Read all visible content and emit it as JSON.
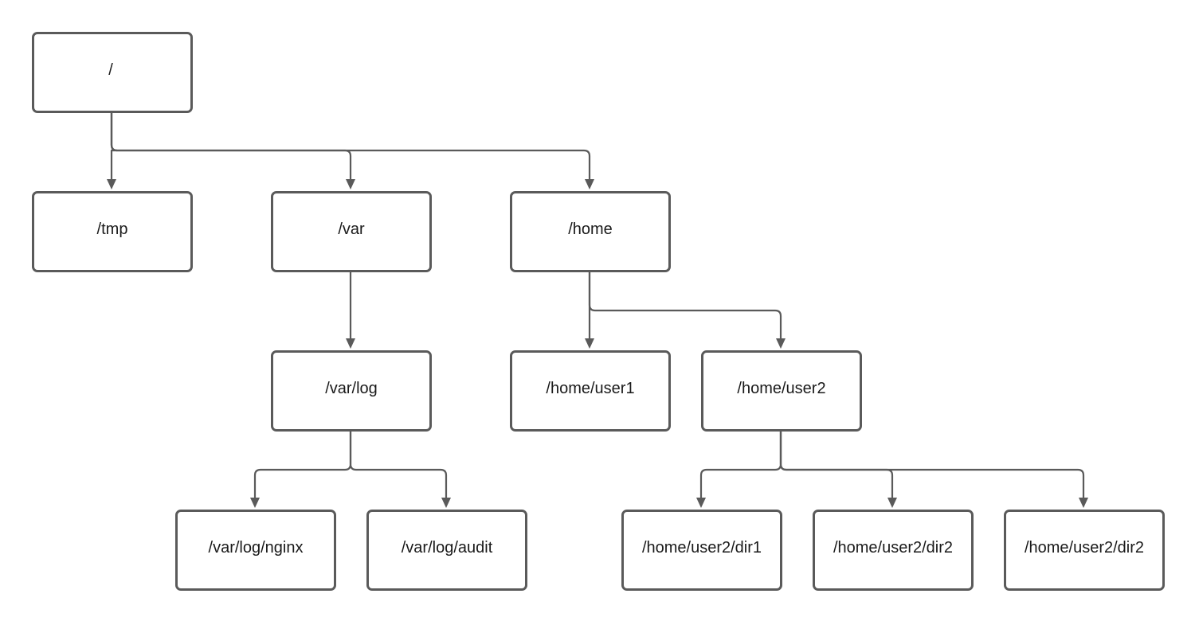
{
  "diagram": {
    "nodes": {
      "root": "/",
      "tmp": "/tmp",
      "var": "/var",
      "home": "/home",
      "var_log": "/var/log",
      "home_user1": "/home/user1",
      "home_user2": "/home/user2",
      "var_log_nginx": "/var/log/nginx",
      "var_log_audit": "/var/log/audit",
      "home_user2_dir1": "/home/user2/dir1",
      "home_user2_dir2_a": "/home/user2/dir2",
      "home_user2_dir2_b": "/home/user2/dir2"
    },
    "edges": [
      [
        "root",
        "tmp"
      ],
      [
        "root",
        "var"
      ],
      [
        "root",
        "home"
      ],
      [
        "var",
        "var_log"
      ],
      [
        "var_log",
        "var_log_nginx"
      ],
      [
        "var_log",
        "var_log_audit"
      ],
      [
        "home",
        "home_user1"
      ],
      [
        "home",
        "home_user2"
      ],
      [
        "home_user2",
        "home_user2_dir1"
      ],
      [
        "home_user2",
        "home_user2_dir2_a"
      ],
      [
        "home_user2",
        "home_user2_dir2_b"
      ]
    ],
    "colors": {
      "stroke": "#5a5a5a",
      "text": "#1a1a1a",
      "background": "#ffffff"
    }
  }
}
